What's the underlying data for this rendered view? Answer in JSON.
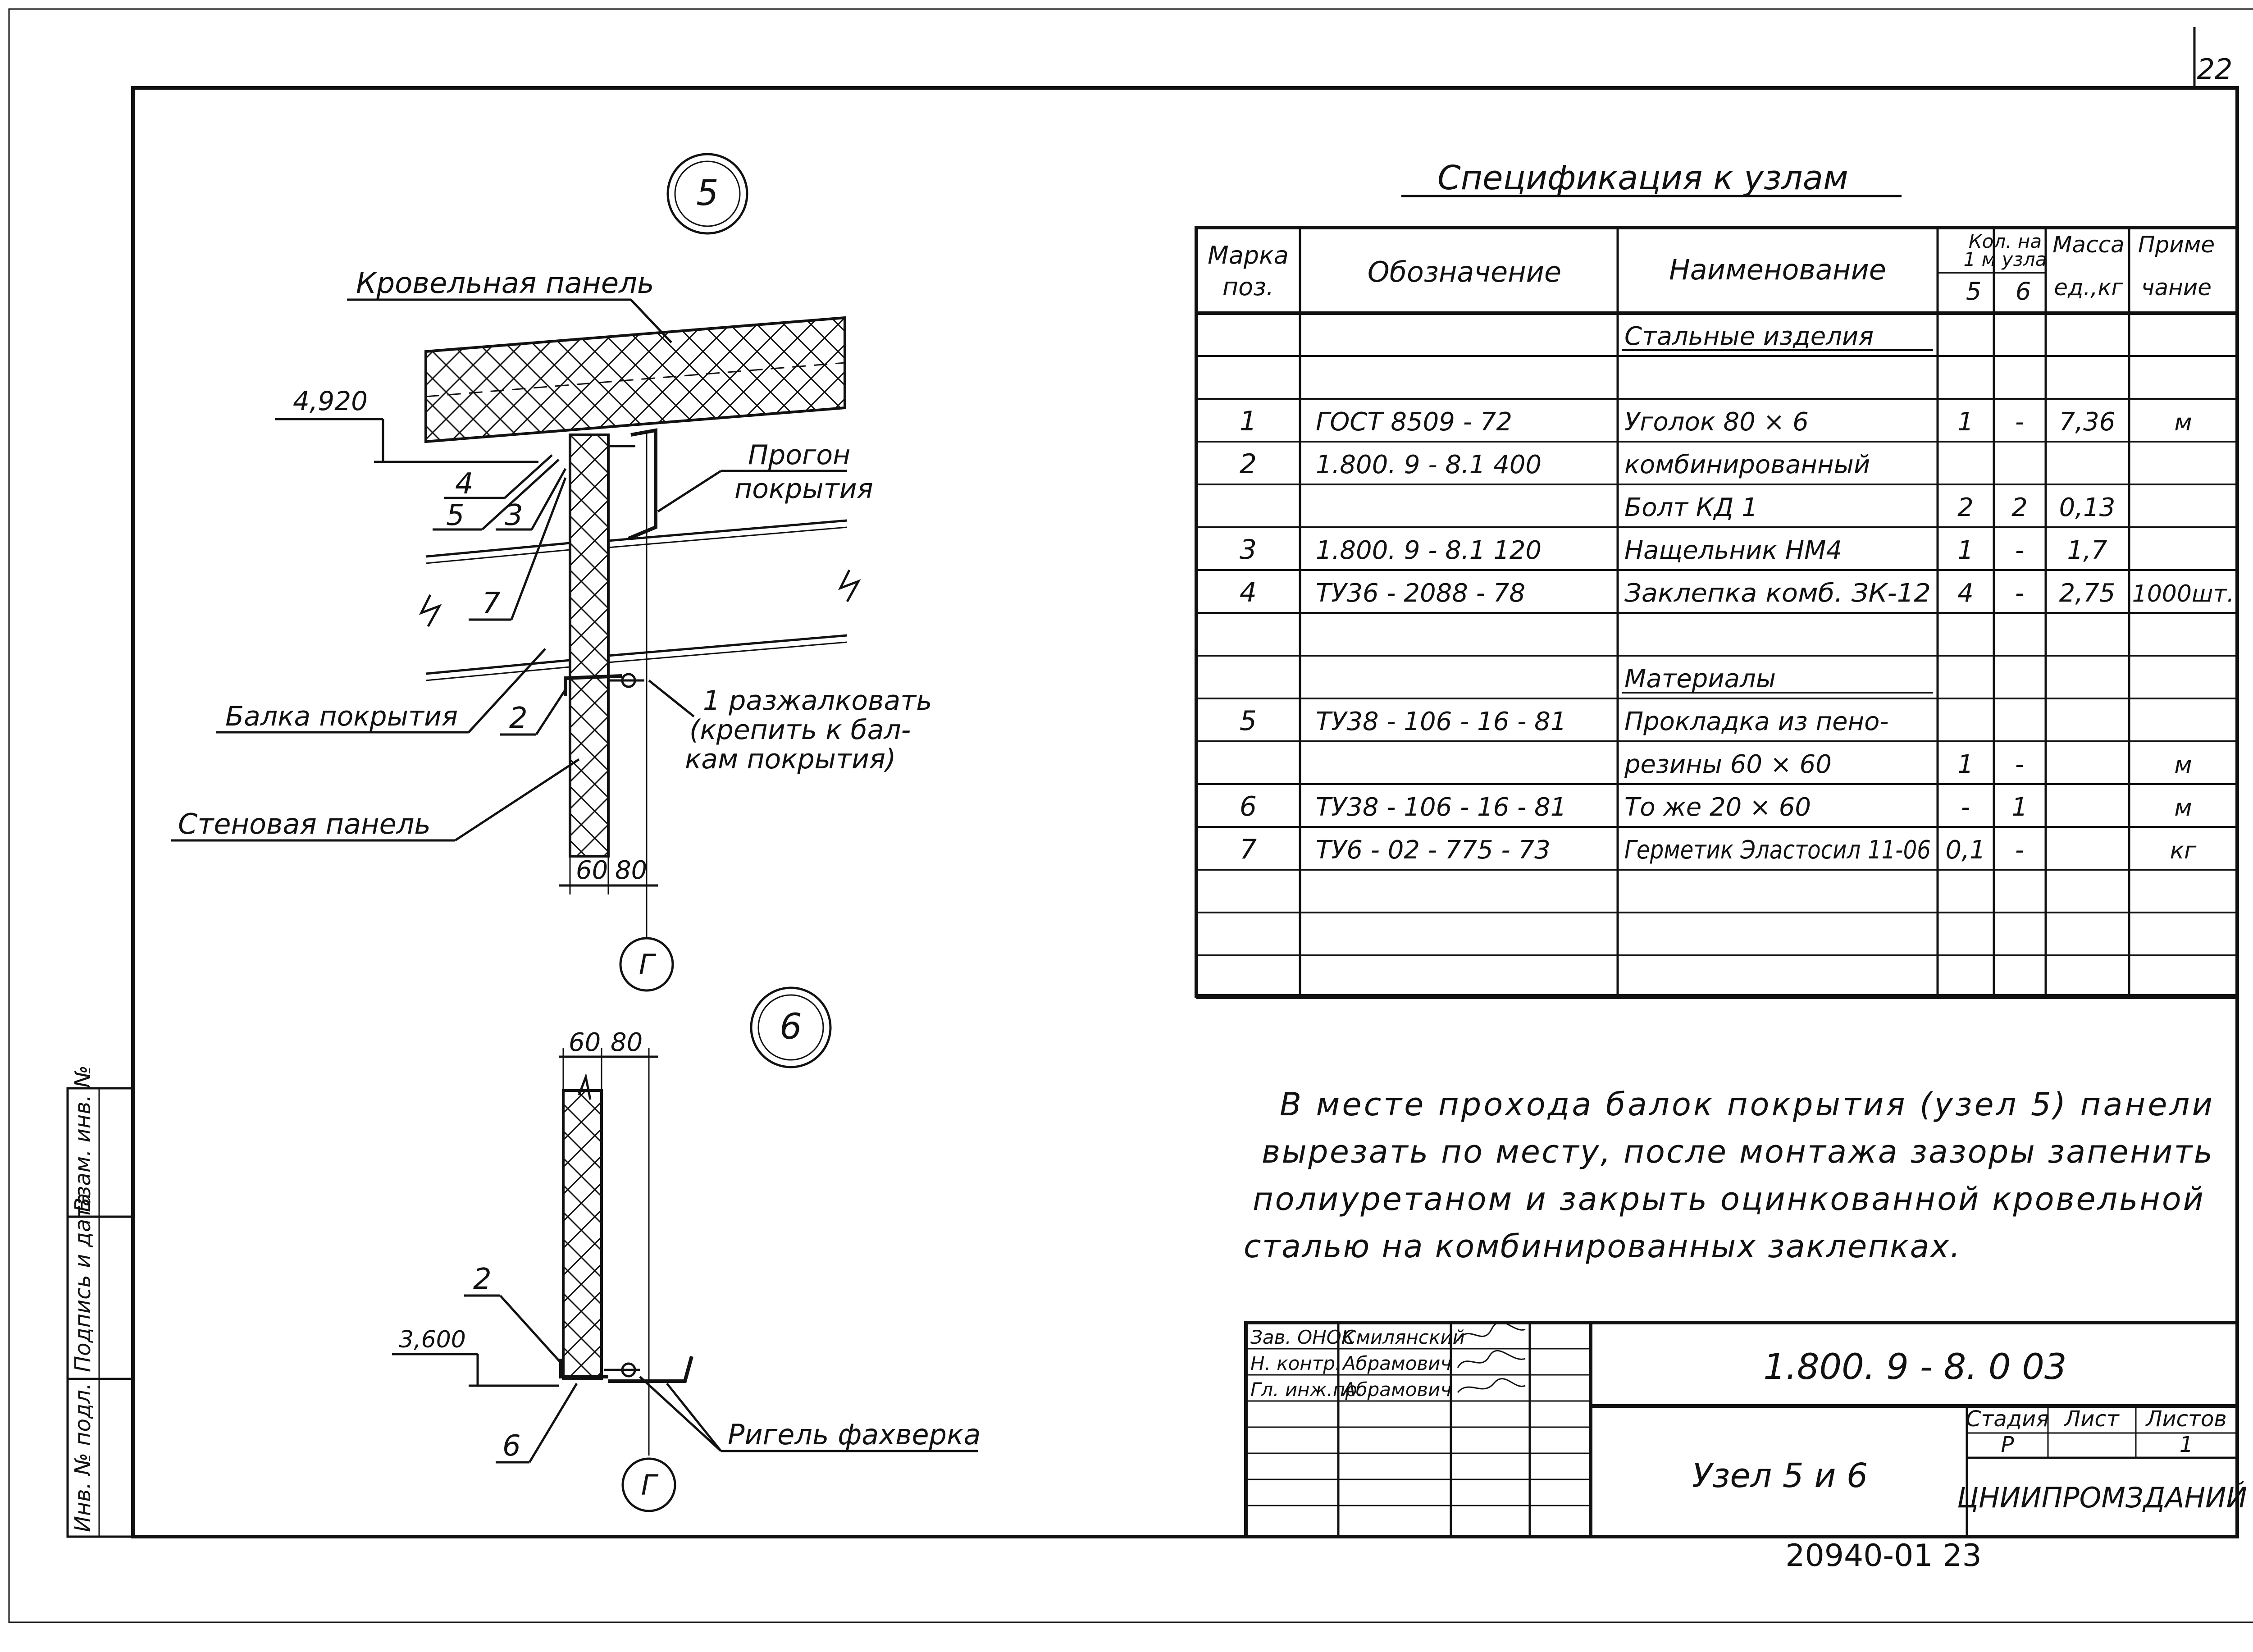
{
  "sheet_corner_number": "22",
  "spec": {
    "title": "Спецификация к узлам",
    "headers": {
      "mark": [
        "Марка",
        "поз."
      ],
      "designation": "Обозначение",
      "name": "Наименование",
      "qty": [
        "Кол. на",
        "1 м узла"
      ],
      "qty5": "5",
      "qty6": "6",
      "mass": [
        "Масса",
        "ед.,кг"
      ],
      "note": [
        "Приме",
        "чание"
      ]
    },
    "rows": [
      {
        "pos": "",
        "des": "",
        "name": "Стальные изделия",
        "q5": "",
        "q6": "",
        "mass": "",
        "note": ""
      },
      {
        "pos": "",
        "des": "",
        "name": "",
        "q5": "",
        "q6": "",
        "mass": "",
        "note": ""
      },
      {
        "pos": "1",
        "des": "ГОСТ 8509 - 72",
        "name": "Уголок 80 × 6",
        "q5": "1",
        "q6": "-",
        "mass": "7,36",
        "note": "м"
      },
      {
        "pos": "2",
        "des": "1.800. 9 - 8.1 400",
        "name": "комбинированный",
        "q5": "",
        "q6": "",
        "mass": "",
        "note": ""
      },
      {
        "pos": "",
        "des": "",
        "name": "Болт КД 1",
        "q5": "2",
        "q6": "2",
        "mass": "0,13",
        "note": ""
      },
      {
        "pos": "3",
        "des": "1.800. 9 - 8.1 120",
        "name": "Нащельник НМ4",
        "q5": "1",
        "q6": "-",
        "mass": "1,7",
        "note": ""
      },
      {
        "pos": "4",
        "des": "ТУ36 - 2088 - 78",
        "name": "Заклепка комб. ЗК-12",
        "q5": "4",
        "q6": "-",
        "mass": "2,75",
        "note": "1000шт."
      },
      {
        "pos": "",
        "des": "",
        "name": "",
        "q5": "",
        "q6": "",
        "mass": "",
        "note": ""
      },
      {
        "pos": "",
        "des": "",
        "name": "Материалы",
        "q5": "",
        "q6": "",
        "mass": "",
        "note": ""
      },
      {
        "pos": "5",
        "des": "ТУ38 - 106 - 16 - 81",
        "name": "Прокладка из пено-",
        "q5": "",
        "q6": "",
        "mass": "",
        "note": ""
      },
      {
        "pos": "",
        "des": "",
        "name": "резины 60 × 60",
        "q5": "1",
        "q6": "-",
        "mass": "",
        "note": "м"
      },
      {
        "pos": "6",
        "des": "ТУ38 - 106 - 16 - 81",
        "name": "То же 20 × 60",
        "q5": "-",
        "q6": "1",
        "mass": "",
        "note": "м"
      },
      {
        "pos": "7",
        "des": "ТУ6 - 02 - 775 - 73",
        "name": "Герметик Эластосил 11-06",
        "q5": "0,1",
        "q6": "-",
        "mass": "",
        "note": "кг"
      },
      {
        "pos": "",
        "des": "",
        "name": "",
        "q5": "",
        "q6": "",
        "mass": "",
        "note": ""
      },
      {
        "pos": "",
        "des": "",
        "name": "",
        "q5": "",
        "q6": "",
        "mass": "",
        "note": ""
      },
      {
        "pos": "",
        "des": "",
        "name": "",
        "q5": "",
        "q6": "",
        "mass": "",
        "note": ""
      }
    ]
  },
  "note_lines": [
    "В месте прохода балок покрытия (узел 5) панели",
    "вырезать по месту, после монтажа зазоры запенить",
    "полиуретаном и закрыть оцинкованной кровельной",
    "сталью на комбинированных заклепках."
  ],
  "node5": {
    "circle_label": "5",
    "roof_panel": "Кровельная панель",
    "elevation": "4,920",
    "purlin": [
      "Прогон",
      "покрытия"
    ],
    "beam": "Балка покрытия",
    "wall_panel": "Стеновая панель",
    "unroll": [
      "1 разжалковать",
      "(крепить к бал-",
      "кам покрытия)"
    ],
    "callouts": [
      "4",
      "5",
      "3",
      "7",
      "2"
    ],
    "dims": [
      "60",
      "80"
    ],
    "axis": "Г"
  },
  "node6": {
    "circle_label": "6",
    "dims": [
      "60",
      "80"
    ],
    "elevation": "3,600",
    "callouts": [
      "2",
      "6"
    ],
    "girder": "Ригель фахверка",
    "axis": "Г"
  },
  "side_stamp": [
    "Инв. № подл.",
    "Подпись и дата",
    "Взам. инв. №"
  ],
  "title_block": {
    "doc_code": "1.800. 9 - 8. 0 03",
    "sheet_name": "Узел 5 и 6",
    "org": "ЦНИИПРОМЗДАНИЙ",
    "stage_h": "Стадия",
    "sheet_h": "Лист",
    "sheets_h": "Листов",
    "stage": "Р",
    "sheets": "1",
    "signers": [
      {
        "role": "Зав. ОНОК",
        "name": "Смилянский"
      },
      {
        "role": "Н. контр.",
        "name": "Абрамович"
      },
      {
        "role": "Гл. инж.пр.",
        "name": "Абрамович"
      }
    ]
  },
  "archive_number": "20940-01 23"
}
